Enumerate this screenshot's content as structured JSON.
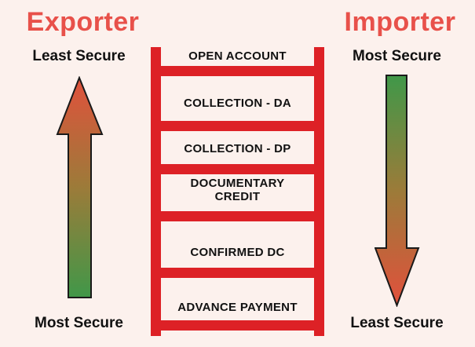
{
  "diagram": {
    "left": {
      "title": "Exporter",
      "top_label": "Least Secure",
      "bottom_label": "Most Secure",
      "arrow": "up-arrow, green (bottom) to red (top)"
    },
    "right": {
      "title": "Importer",
      "top_label": "Most Secure",
      "bottom_label": "Least Secure",
      "arrow": "down-arrow, green (top) to red (bottom)"
    },
    "ladder": {
      "rungs": [
        {
          "label": "OPEN ACCOUNT"
        },
        {
          "label": "COLLECTION - DA"
        },
        {
          "label": "COLLECTION - DP"
        },
        {
          "label": "DOCUMENTARY CREDIT"
        },
        {
          "label": "CONFIRMED DC"
        },
        {
          "label": "ADVANCE PAYMENT"
        }
      ]
    },
    "colors": {
      "background": "#FCF1ED",
      "title_red": "#E8514A",
      "ladder_red": "#DD2126",
      "label_black": "#111111",
      "arrow_green": "#3F9849",
      "arrow_olive": "#9C7B39",
      "arrow_red": "#E2503C",
      "arrow_outline": "#1A1A1A"
    }
  }
}
